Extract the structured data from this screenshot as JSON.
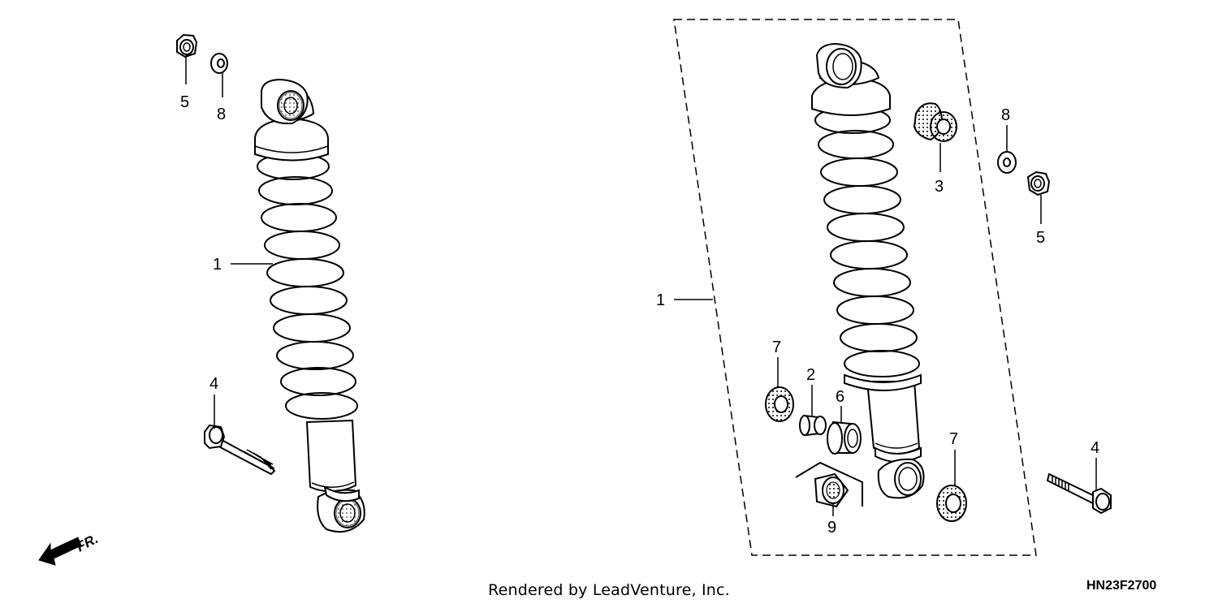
{
  "diagram": {
    "callouts": {
      "left_5": "5",
      "left_8": "8",
      "left_1": "1",
      "left_4": "4",
      "right_1": "1",
      "right_3": "3",
      "right_8": "8",
      "right_5": "5",
      "right_7a": "7",
      "right_2": "2",
      "right_6": "6",
      "right_7b": "7",
      "right_9": "9",
      "right_4": "4"
    },
    "direction_label": "FR."
  },
  "footer": {
    "credit": "Rendered by LeadVenture, Inc.",
    "diagram_code": "HN23F2700"
  }
}
